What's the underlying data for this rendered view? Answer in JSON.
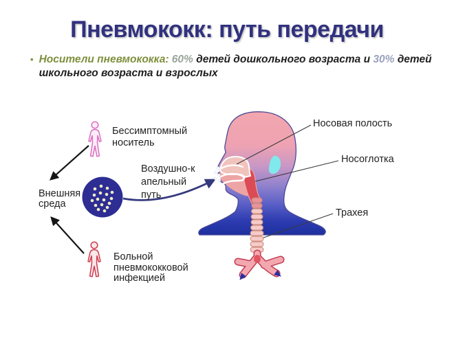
{
  "title": "Пневмококк: путь передачи",
  "bullet": {
    "marker": "•",
    "lead": "Носители пневмококка: ",
    "pct_preschool": "60%",
    "mid": " детей дошкольного возраста и ",
    "pct_school": "30%",
    "after": " детей",
    "line2": "школьного возраста и взрослых"
  },
  "diagram": {
    "asymptomatic_label": "Бессимптомный\nноситель",
    "environment_label": "Внешняя\nсреда",
    "airborne_label": "Воздушно-к\nапельный\nпуть",
    "sick_label": "Больной\nпневмококковой\nинфекцией",
    "nasal_cavity_label": "Носовая полость",
    "nasopharynx_label": "Носоглотка",
    "trachea_label": "Трахея"
  },
  "colors": {
    "title": "#31317f",
    "bullet_text": "#1f1f1f",
    "lead_olive": "#7e8f3c",
    "pct60": "#98a49a",
    "pct30": "#9aa2bd",
    "label_text": "#222222",
    "env_circle": "#2d2d94",
    "env_dots": "#f1ecc4",
    "carrier_pink": "#db6ec0",
    "sick_red": "#cf3a4e",
    "arrow_navy": "#353a7d",
    "arrow_black": "#151515",
    "ear_cyan": "#80e9ec"
  }
}
